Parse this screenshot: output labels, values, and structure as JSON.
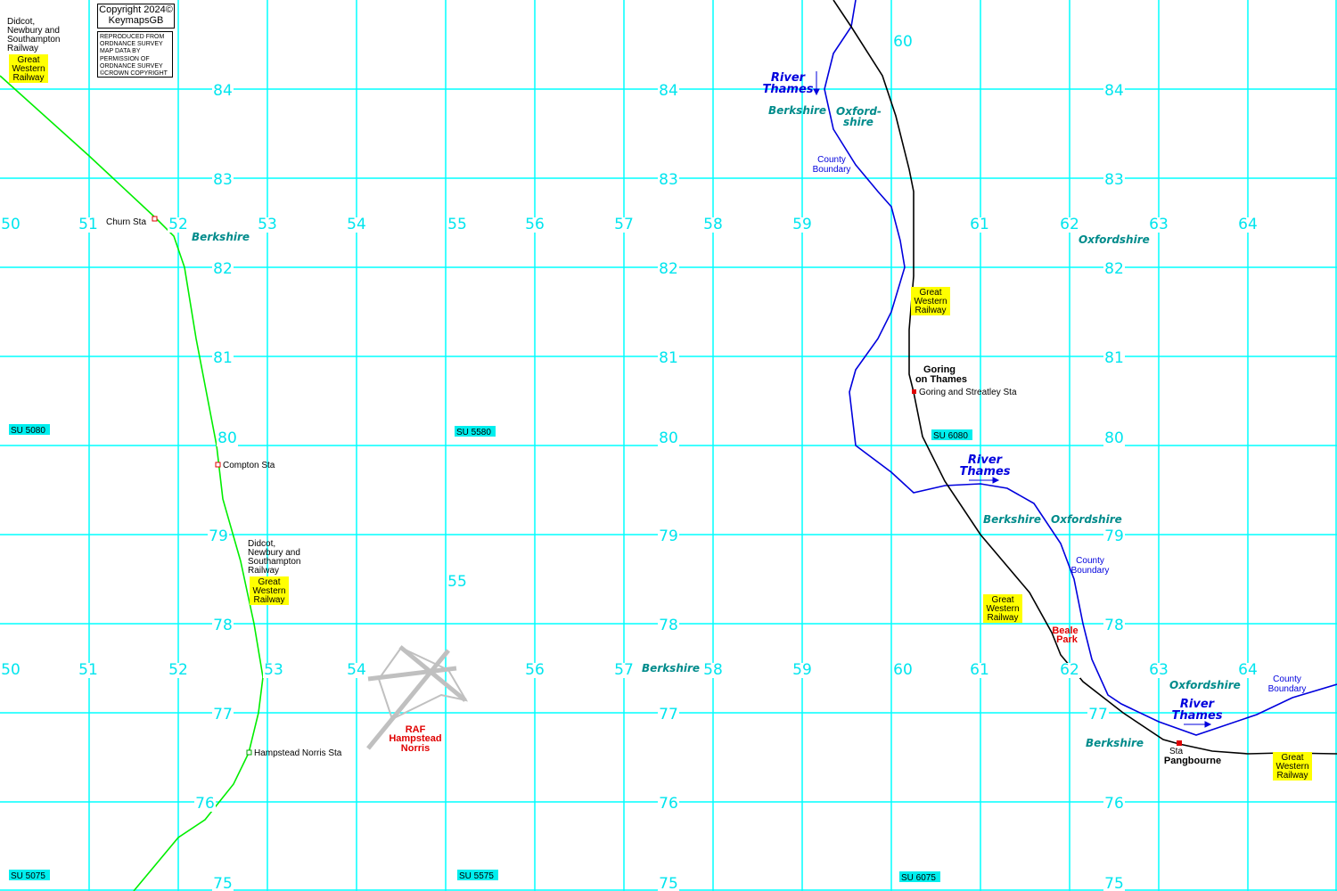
{
  "copyright": {
    "line1": "Copyright 2024©",
    "line2": "KeymapsGB"
  },
  "os_notice": [
    "REPRODUCED FROM",
    "ORDNANCE SURVEY",
    "MAP DATA BY",
    "PERMISSION OF",
    "ORDNANCE SURVEY",
    "©CROWN COPYRIGHT"
  ],
  "colors": {
    "grid": "#00ffff",
    "gwr_highlight": "#ffff00",
    "river": "#0000dd",
    "railway_green": "#00ee00",
    "railway_black": "#000000",
    "county": "#008b8b",
    "raf": "#e00000"
  },
  "eastings_row_a": [
    "50",
    "51",
    "52",
    "53",
    "54",
    "55",
    "56",
    "57",
    "58",
    "59",
    "61",
    "62",
    "63",
    "64"
  ],
  "eastings_row_b": [
    "50",
    "51",
    "52",
    "53",
    "54",
    "56",
    "57",
    "58",
    "59",
    "60",
    "61",
    "62",
    "63",
    "64"
  ],
  "extra_numbers": [
    "60",
    "55"
  ],
  "northings_col_a": [
    "84",
    "83",
    "82",
    "81",
    "80",
    "79",
    "78",
    "77",
    "76",
    "75"
  ],
  "northings_col_b": [
    "84",
    "83",
    "82",
    "81",
    "80",
    "79",
    "78",
    "77",
    "76",
    "75"
  ],
  "northings_col_c": [
    "84",
    "83",
    "82",
    "81",
    "80",
    "79",
    "78",
    "77",
    "76",
    "75"
  ],
  "grid_refs": [
    "SU 5080",
    "SU 5580",
    "SU 6080",
    "SU 5075",
    "SU 5575",
    "SU 6075"
  ],
  "counties": {
    "berkshire": "Berkshire",
    "oxfordshire": "Oxfordshire",
    "oxford_split_1": "Oxford-",
    "oxford_split_2": "shire"
  },
  "river": {
    "line1": "River",
    "line2": "Thames"
  },
  "county_boundary": {
    "line1": "County",
    "line2": "Boundary"
  },
  "gwr": [
    "Great",
    "Western",
    "Railway"
  ],
  "dns_railway": [
    "Didcot,",
    "Newbury and",
    "Southampton",
    "Railway"
  ],
  "stations": {
    "churn": "Churn Sta",
    "compton": "Compton Sta",
    "hampstead_norris": "Hampstead Norris Sta",
    "goring_streatley": "Goring and Streatley Sta",
    "pangbourne_sta": "Sta"
  },
  "towns": {
    "goring_1": "Goring",
    "goring_2": "on Thames",
    "pangbourne": "Pangbourne"
  },
  "places": {
    "beale_1": "Beale",
    "beale_2": "Park",
    "raf_1": "RAF",
    "raf_2": "Hampstead",
    "raf_3": "Norris"
  }
}
